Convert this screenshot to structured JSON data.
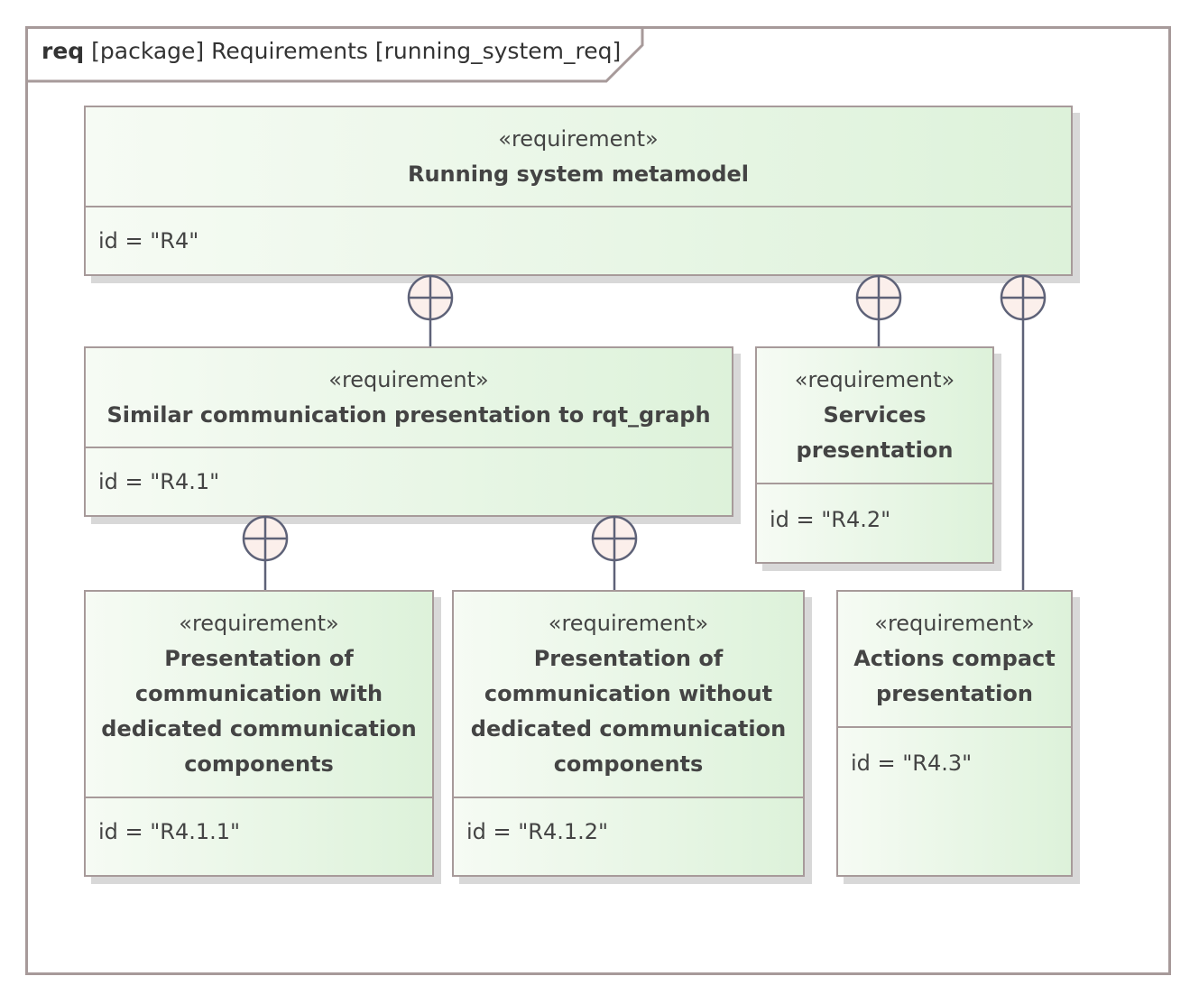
{
  "frame": {
    "keyword": "req",
    "title": "[package] Requirements [running_system_req]"
  },
  "requirements": [
    {
      "stereotype": "«requirement»",
      "name": [
        "Running system metamodel"
      ],
      "id": "id = \"R4\""
    },
    {
      "stereotype": "«requirement»",
      "name": [
        "Similar communication presentation to rqt_graph"
      ],
      "id": "id = \"R4.1\""
    },
    {
      "stereotype": "«requirement»",
      "name": [
        "Services",
        "presentation"
      ],
      "id": "id = \"R4.2\""
    },
    {
      "stereotype": "«requirement»",
      "name": [
        "Presentation of",
        "communication with",
        "dedicated communication",
        "components"
      ],
      "id": "id = \"R4.1.1\""
    },
    {
      "stereotype": "«requirement»",
      "name": [
        "Presentation of",
        "communication without",
        "dedicated communication",
        "components"
      ],
      "id": "id = \"R4.1.2\""
    },
    {
      "stereotype": "«requirement»",
      "name": [
        "Actions compact",
        "presentation"
      ],
      "id": "id = \"R4.3\""
    }
  ],
  "containment_links": [
    {
      "parent": "R4",
      "child": "R4.1"
    },
    {
      "parent": "R4",
      "child": "R4.2"
    },
    {
      "parent": "R4",
      "child": "R4.3"
    },
    {
      "parent": "R4.1",
      "child": "R4.1.1"
    },
    {
      "parent": "R4.1",
      "child": "R4.1.2"
    }
  ],
  "colors": {
    "border": "#a79a9a",
    "fill_start": "#f6fbf4",
    "fill_end": "#ddf2da",
    "connector": "#5e6278",
    "containment_fill": "#fbefeb"
  }
}
